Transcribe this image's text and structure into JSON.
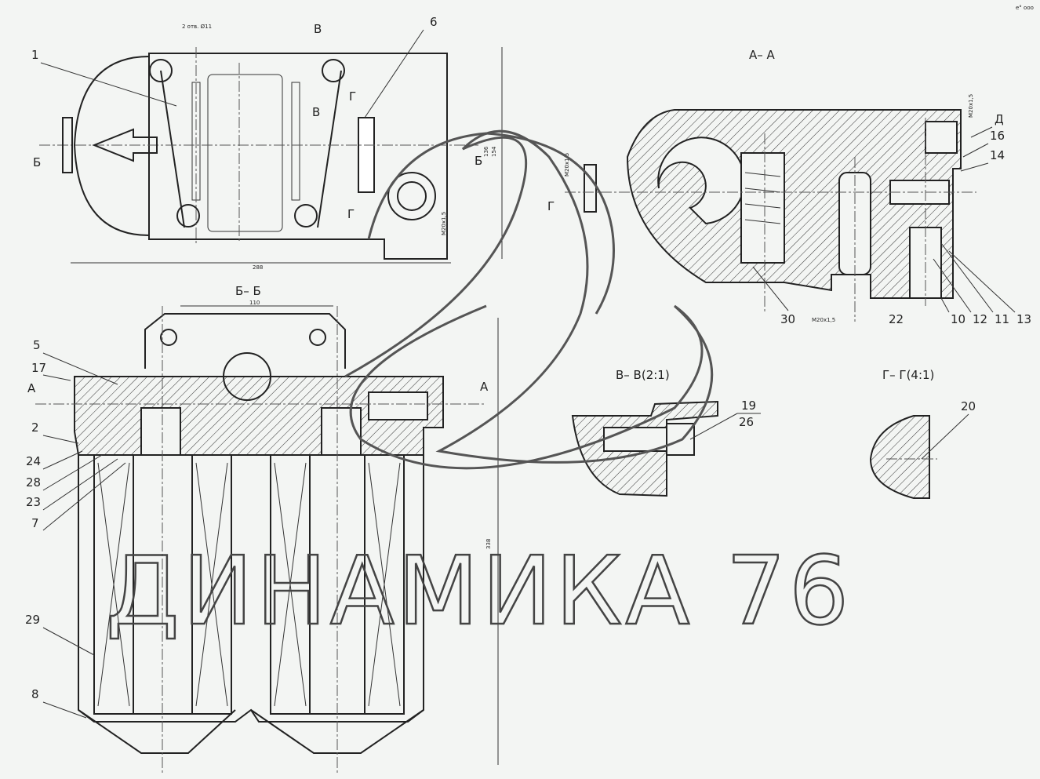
{
  "views": {
    "top_view": {
      "callouts": [
        "1",
        "6"
      ],
      "hole_note": "2 отв. Ø11",
      "section_marks": [
        "Б",
        "Б",
        "В",
        "В",
        "Г",
        "Г"
      ],
      "dimensions": [
        "288",
        "136",
        "154",
        "M20x1,5"
      ]
    },
    "section_aa": {
      "title": "А– А",
      "callouts": [
        "30",
        "22",
        "10",
        "12",
        "11",
        "13",
        "16",
        "14",
        "Д"
      ],
      "section_marks": [
        "Г"
      ],
      "dimensions": [
        "M20x1,5",
        "M20x1,5",
        "M20x1,5"
      ]
    },
    "section_bb": {
      "title": "Б– Б",
      "callouts": [
        "5",
        "17",
        "2",
        "24",
        "28",
        "23",
        "7",
        "29",
        "8"
      ],
      "section_marks": [
        "А",
        "А"
      ],
      "dimensions": [
        "110",
        "338"
      ]
    },
    "section_vv": {
      "title": "В– В(2:1)",
      "callouts": [
        "19",
        "26"
      ]
    },
    "section_gg": {
      "title": "Г– Г(4:1)",
      "callouts": [
        "20"
      ]
    }
  },
  "watermark": "ДИНАМИКА 76",
  "corner_mark": "e° ooo"
}
